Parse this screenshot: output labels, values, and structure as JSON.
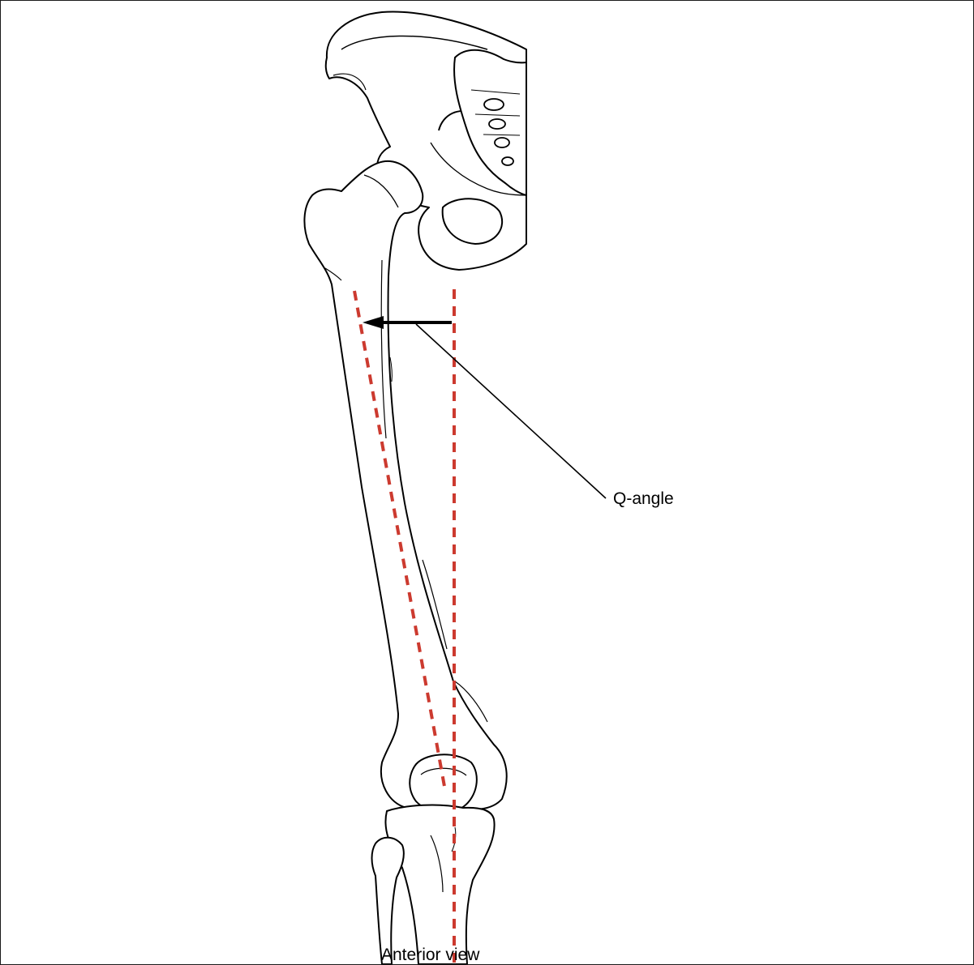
{
  "labels": {
    "q_angle": "Q-angle",
    "view": "Anterior view"
  },
  "colors": {
    "axis_lines": "#cc3a2f",
    "line_art": "#000000",
    "background": "#ffffff"
  },
  "structures": [
    "pelvis",
    "sacrum",
    "femur",
    "patella",
    "tibia",
    "fibula"
  ]
}
